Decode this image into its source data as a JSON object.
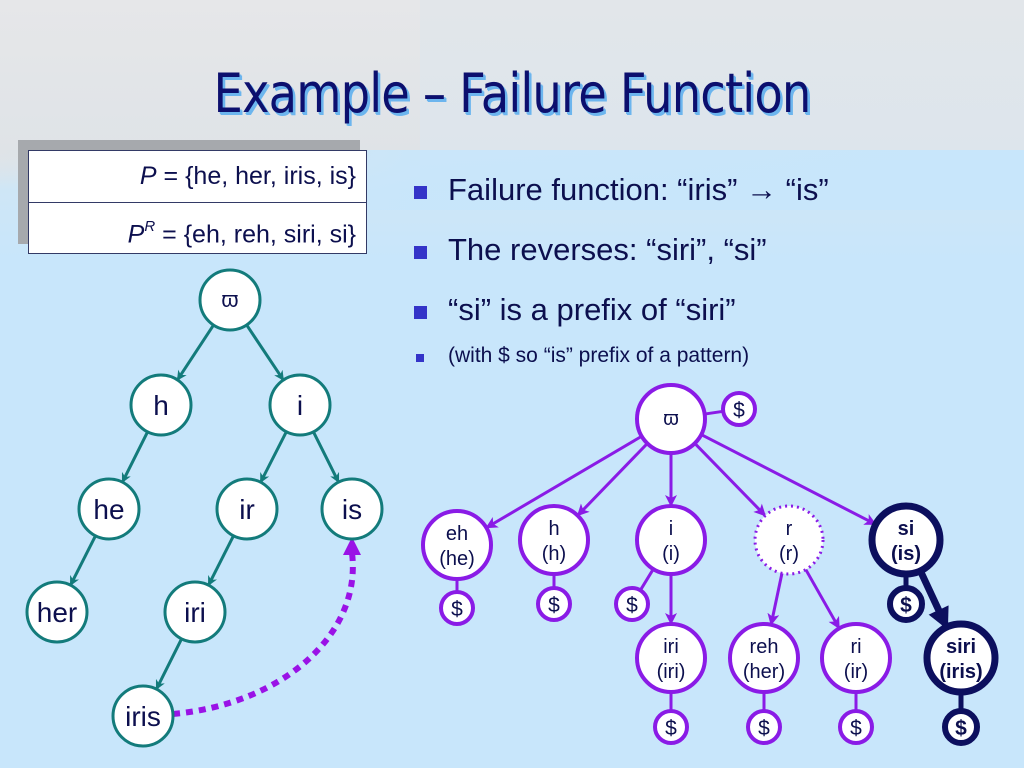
{
  "slide": {
    "title": "Example – Failure Function"
  },
  "pattern_sets": {
    "p_symbol": "P",
    "p_rest": " = {he, her, iris, is}",
    "pr_symbol": "P",
    "pr_sup": "R",
    "pr_rest": " = {eh, reh, siri, si}"
  },
  "bullets": [
    {
      "level": 1,
      "text": "Failure function: “iris” → “is”"
    },
    {
      "level": 1,
      "text": "The reverses: “siri”, “si”"
    },
    {
      "level": 1,
      "text": "“si” is a prefix of “siri”"
    },
    {
      "level": 2,
      "text": "(with $ so “is” prefix of a pattern)"
    }
  ],
  "colors": {
    "trie_edge": "#137b7b",
    "trie_node_border": "#137b7b",
    "failure_link": "#9a12e6",
    "rtrie_edge": "#8a1be6",
    "highlight": "#0c0f5e",
    "text": "#0c0f4e",
    "bullet": "#3434c8"
  },
  "left_trie": {
    "nodes": [
      {
        "id": "root",
        "label": "ϖ"
      },
      {
        "id": "h",
        "label": "h"
      },
      {
        "id": "i",
        "label": "i"
      },
      {
        "id": "he",
        "label": "he"
      },
      {
        "id": "ir",
        "label": "ir"
      },
      {
        "id": "is",
        "label": "is"
      },
      {
        "id": "her",
        "label": "her"
      },
      {
        "id": "iri",
        "label": "iri"
      },
      {
        "id": "iris",
        "label": "iris"
      }
    ],
    "edges": [
      [
        "root",
        "h"
      ],
      [
        "root",
        "i"
      ],
      [
        "h",
        "he"
      ],
      [
        "he",
        "her"
      ],
      [
        "i",
        "ir"
      ],
      [
        "i",
        "is"
      ],
      [
        "ir",
        "iri"
      ],
      [
        "iri",
        "iris"
      ]
    ],
    "failure_links": [
      [
        "iris",
        "is"
      ]
    ]
  },
  "right_trie": {
    "nodes": [
      {
        "id": "root",
        "line1": "ϖ",
        "line2": "",
        "style": "normal"
      },
      {
        "id": "eh",
        "line1": "eh",
        "line2": "(he)",
        "style": "normal"
      },
      {
        "id": "h",
        "line1": "h",
        "line2": "(h)",
        "style": "normal"
      },
      {
        "id": "i",
        "line1": "i",
        "line2": "(i)",
        "style": "normal"
      },
      {
        "id": "r",
        "line1": "r",
        "line2": "(r)",
        "style": "dotted"
      },
      {
        "id": "si",
        "line1": "si",
        "line2": "(is)",
        "style": "highlight"
      },
      {
        "id": "iri",
        "line1": "iri",
        "line2": "(iri)",
        "style": "normal"
      },
      {
        "id": "reh",
        "line1": "reh",
        "line2": "(her)",
        "style": "normal"
      },
      {
        "id": "ri",
        "line1": "ri",
        "line2": "(ir)",
        "style": "normal"
      },
      {
        "id": "siri",
        "line1": "siri",
        "line2": "(iris)",
        "style": "highlight"
      }
    ],
    "edges": [
      [
        "root",
        "eh"
      ],
      [
        "root",
        "h"
      ],
      [
        "root",
        "i"
      ],
      [
        "root",
        "r"
      ],
      [
        "root",
        "si"
      ],
      [
        "i",
        "iri"
      ],
      [
        "r",
        "reh"
      ],
      [
        "r",
        "ri"
      ],
      [
        "si",
        "siri"
      ]
    ],
    "end_markers": [
      {
        "parent": "root",
        "label": "$",
        "style": "normal"
      },
      {
        "parent": "eh",
        "label": "$",
        "style": "normal"
      },
      {
        "parent": "h",
        "label": "$",
        "style": "normal"
      },
      {
        "parent": "i",
        "label": "$",
        "style": "normal"
      },
      {
        "parent": "si",
        "label": "$",
        "style": "highlight"
      },
      {
        "parent": "iri",
        "label": "$",
        "style": "normal"
      },
      {
        "parent": "reh",
        "label": "$",
        "style": "normal"
      },
      {
        "parent": "ri",
        "label": "$",
        "style": "normal"
      },
      {
        "parent": "siri",
        "label": "$",
        "style": "highlight"
      }
    ]
  }
}
